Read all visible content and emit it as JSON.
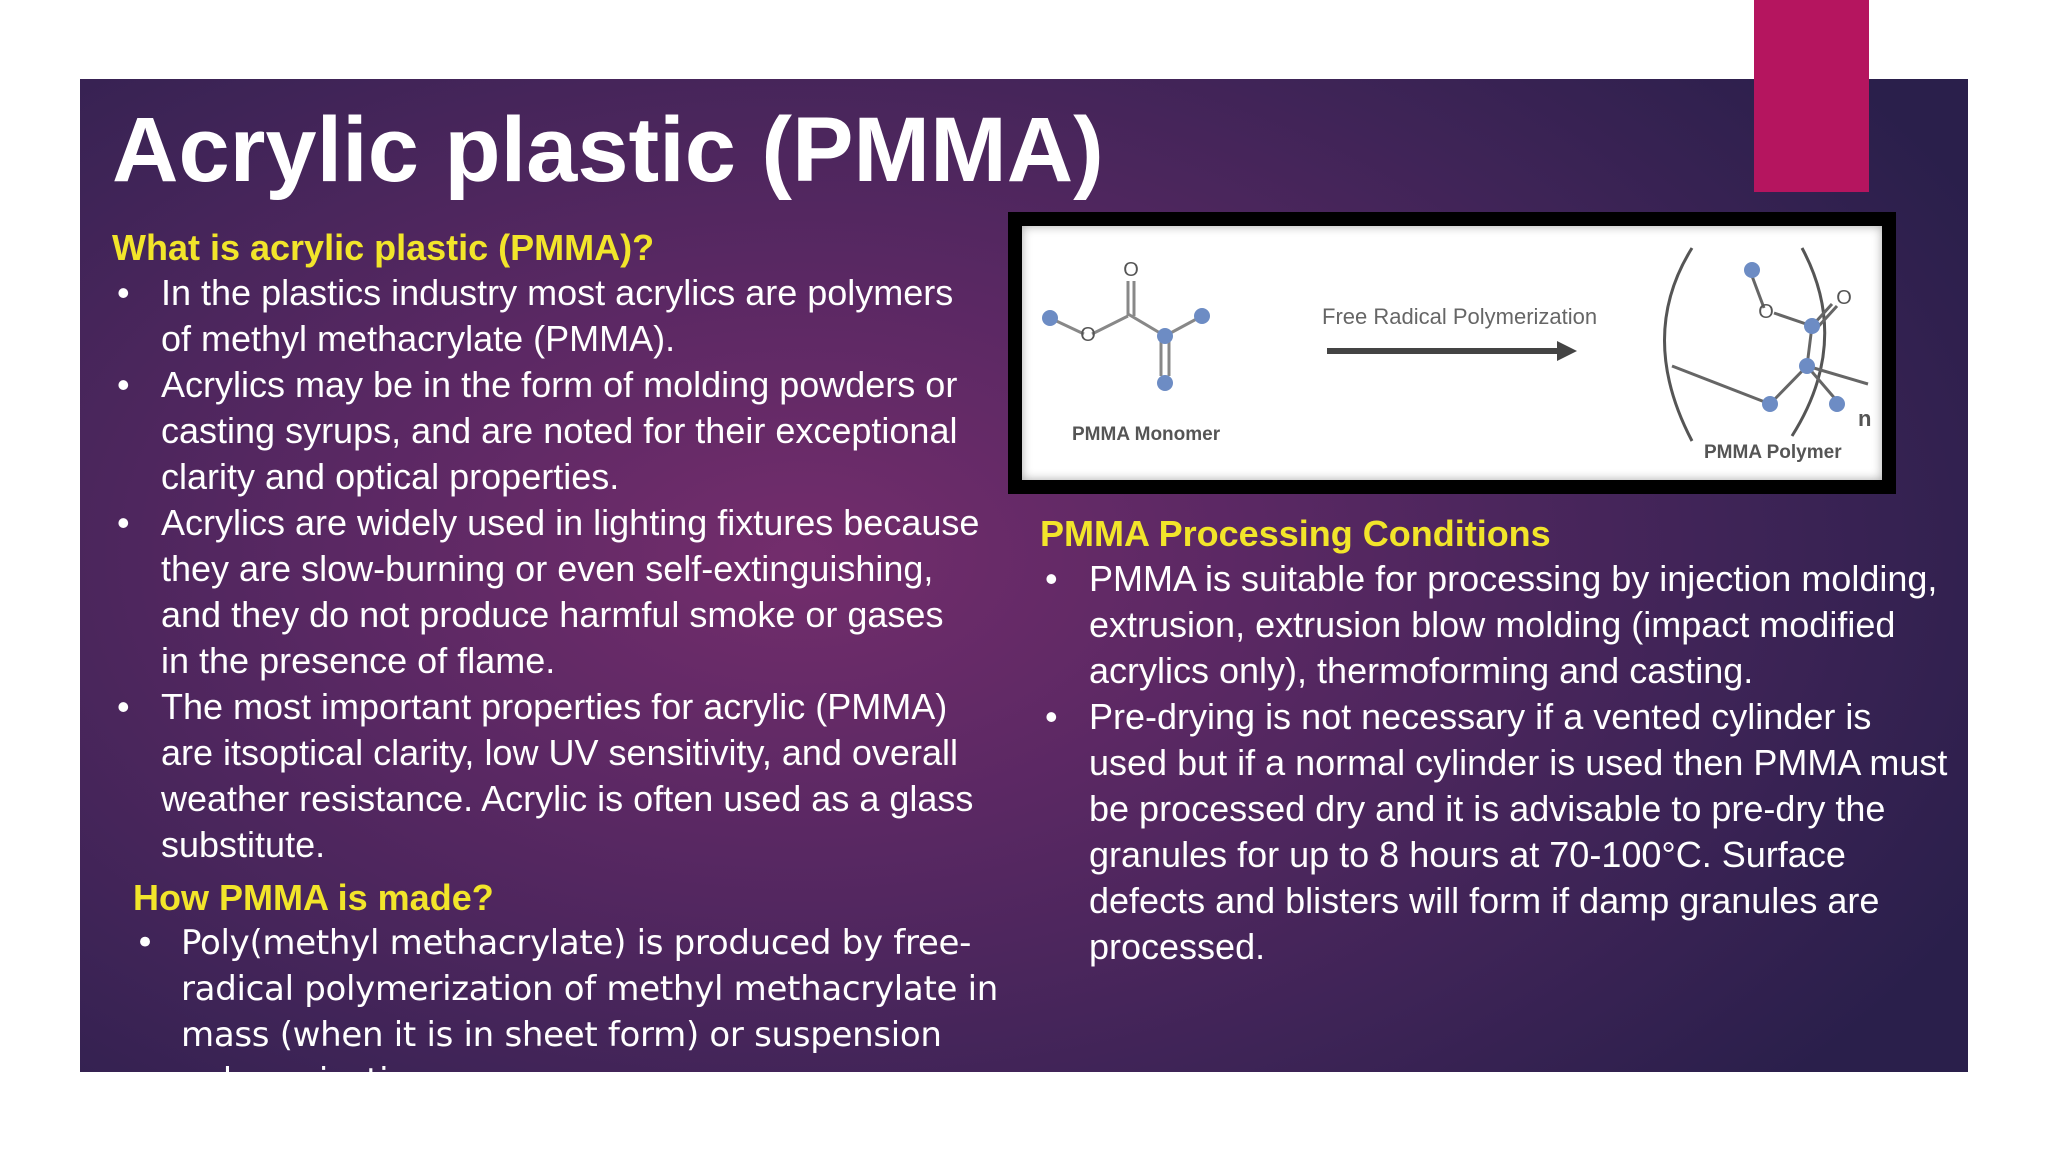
{
  "slide": {
    "title": "Acrylic plastic (PMMA)"
  },
  "section_what": {
    "heading": "What is acrylic plastic (PMMA)?",
    "bullets": [
      "In the plastics industry most acrylics are polymers of methyl methacrylate (PMMA).",
      "Acrylics may be in the form of molding powders or casting syrups, and are noted for their exceptional clarity and optical properties.",
      "Acrylics are widely used in lighting fixtures because they are slow-burning or even self-extinguishing, and they do not produce harmful smoke or gases in the presence of flame.",
      "The most important properties for acrylic (PMMA) are itsoptical clarity, low UV sensitivity, and overall weather resistance. Acrylic is often used as a glass substitute."
    ]
  },
  "section_how": {
    "heading": "How PMMA is made?",
    "bullets": [
      "Poly(methyl methacrylate) is produced by free-radical polymerization of methyl methacrylate in mass (when it is in sheet form) or suspension polymerization."
    ]
  },
  "section_processing": {
    "heading": "PMMA Processing Conditions",
    "bullets": [
      "PMMA is suitable for processing by injection molding, extrusion, extrusion blow molding (impact modified acrylics only), thermoforming and casting.",
      "Pre-drying is not necessary if a vented cylinder is used but if a normal cylinder is used then PMMA must be processed dry and it is advisable to pre-dry the granules for up to 8 hours at 70-100°C. Surface defects and blisters will form if damp granules are processed."
    ]
  },
  "diagram": {
    "monomer_label": "PMMA Monomer",
    "process_label": "Free Radical Polymerization",
    "polymer_label": "PMMA Polymer",
    "repeat_subscript": "n",
    "oxygen_symbol": "O"
  },
  "colors": {
    "heading": "#f2e52a",
    "accent_bar": "#b5155f",
    "atom": "#6d8cc4"
  },
  "bullet_glyph": "•"
}
